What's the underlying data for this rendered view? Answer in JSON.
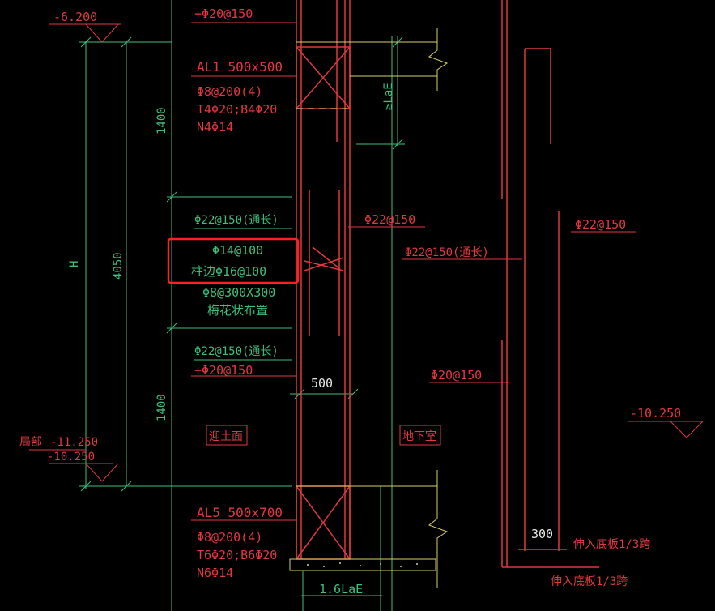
{
  "elev": {
    "top_left": "-6.200",
    "right": "-10.250",
    "local_label": "局部",
    "local_val": "-11.250",
    "bottom_left": "-10.250"
  },
  "dims": {
    "h": "H",
    "d4050": "4050",
    "d1400a": "1400",
    "d1400b": "1400",
    "d500": "500",
    "lae": "≥LaE",
    "lae16": "1.6LaE",
    "d300": "300"
  },
  "beams": {
    "al1_title": "AL1 500x500",
    "al1_stirrup": "Φ8@200(4)",
    "al1_tb": "T4Φ20;B4Φ20",
    "al1_n": "N4Φ14",
    "al5_title": "AL5 500x700",
    "al5_stirrup": "Φ8@200(4)",
    "al5_tb": "T6Φ20;B6Φ20",
    "al5_n": "N6Φ14"
  },
  "rebar": {
    "top": "+Φ20@150",
    "g1": "Φ22@150(通长)",
    "g2": "Φ22@150(通长)",
    "plus20": "+Φ20@150",
    "r1": "Φ22@150",
    "r2": "Φ22@150(通长)",
    "r3": "Φ22@150",
    "r4": "Φ20@150",
    "hl1": "Φ14@100",
    "hl2": "柱边Φ16@100",
    "tie": "Φ8@300X300",
    "tie_note": "梅花状布置"
  },
  "labels": {
    "soil_side": "迎土面",
    "basement": "地下室",
    "ext1": "伸入底板1/3跨",
    "ext2": "伸入底板1/3跨"
  },
  "colors": {
    "background": "#000000",
    "red": "#e0393f",
    "green": "#3fbf7a",
    "white": "#e8e8e8",
    "highlight": "#ff2020",
    "yellow": "#d8d06a"
  }
}
